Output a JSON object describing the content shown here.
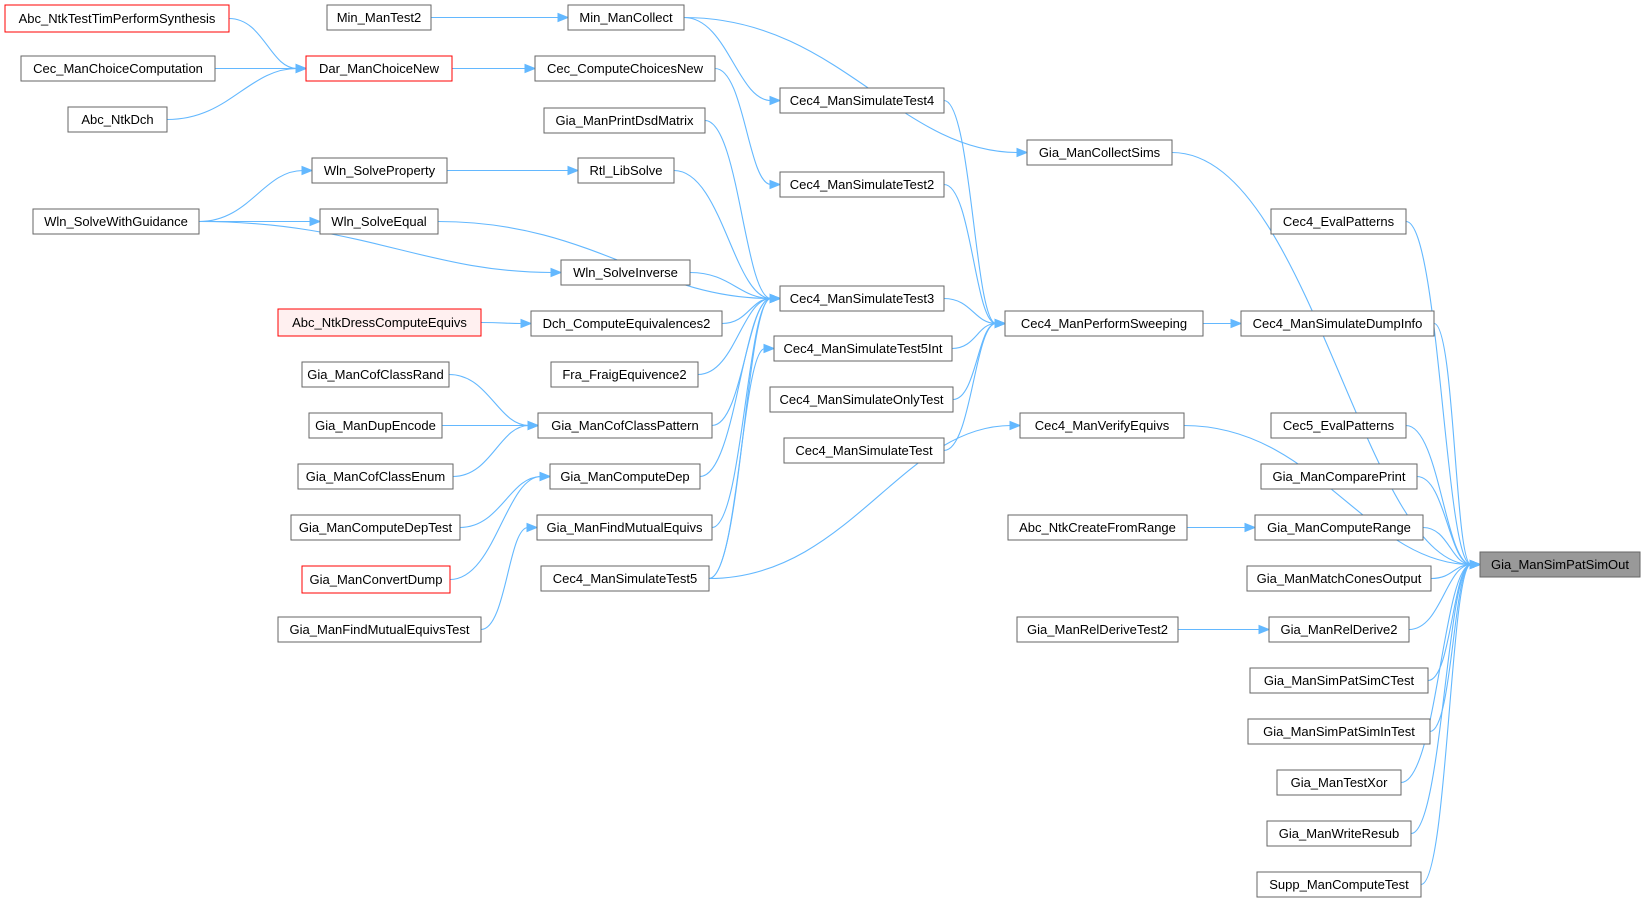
{
  "graph": {
    "nodes": [
      {
        "id": "n0",
        "label": "Gia_ManSimPatSimOut",
        "style": "root"
      },
      {
        "id": "n1",
        "label": "Abc_NtkTestTimPerformSynthesis",
        "style": "red"
      },
      {
        "id": "n2",
        "label": "Min_ManTest2",
        "style": "normal"
      },
      {
        "id": "n3",
        "label": "Min_ManCollect",
        "style": "normal"
      },
      {
        "id": "n4",
        "label": "Cec_ManChoiceComputation",
        "style": "normal"
      },
      {
        "id": "n5",
        "label": "Dar_ManChoiceNew",
        "style": "red"
      },
      {
        "id": "n6",
        "label": "Cec_ComputeChoicesNew",
        "style": "normal"
      },
      {
        "id": "n7",
        "label": "Abc_NtkDch",
        "style": "normal"
      },
      {
        "id": "n8",
        "label": "Cec4_ManSimulateTest4",
        "style": "normal"
      },
      {
        "id": "n9",
        "label": "Gia_ManPrintDsdMatrix",
        "style": "normal"
      },
      {
        "id": "n10",
        "label": "Gia_ManCollectSims",
        "style": "normal"
      },
      {
        "id": "n11",
        "label": "Wln_SolveProperty",
        "style": "normal"
      },
      {
        "id": "n12",
        "label": "Rtl_LibSolve",
        "style": "normal"
      },
      {
        "id": "n13",
        "label": "Cec4_ManSimulateTest2",
        "style": "normal"
      },
      {
        "id": "n14",
        "label": "Wln_SolveWithGuidance",
        "style": "normal"
      },
      {
        "id": "n15",
        "label": "Wln_SolveEqual",
        "style": "normal"
      },
      {
        "id": "n16",
        "label": "Cec4_EvalPatterns",
        "style": "normal"
      },
      {
        "id": "n17",
        "label": "Wln_SolveInverse",
        "style": "normal"
      },
      {
        "id": "n18",
        "label": "Cec4_ManSimulateTest3",
        "style": "normal"
      },
      {
        "id": "n19",
        "label": "Abc_NtkDressComputeEquivs",
        "style": "pink"
      },
      {
        "id": "n20",
        "label": "Dch_ComputeEquivalences2",
        "style": "normal"
      },
      {
        "id": "n21",
        "label": "Cec4_ManPerformSweeping",
        "style": "normal"
      },
      {
        "id": "n22",
        "label": "Cec4_ManSimulateDumpInfo",
        "style": "normal"
      },
      {
        "id": "n23",
        "label": "Cec4_ManSimulateTest5Int",
        "style": "normal"
      },
      {
        "id": "n24",
        "label": "Gia_ManCofClassRand",
        "style": "normal"
      },
      {
        "id": "n25",
        "label": "Fra_FraigEquivence2",
        "style": "normal"
      },
      {
        "id": "n26",
        "label": "Cec4_ManSimulateOnlyTest",
        "style": "normal"
      },
      {
        "id": "n27",
        "label": "Gia_ManDupEncode",
        "style": "normal"
      },
      {
        "id": "n28",
        "label": "Gia_ManCofClassPattern",
        "style": "normal"
      },
      {
        "id": "n29",
        "label": "Cec4_ManVerifyEquivs",
        "style": "normal"
      },
      {
        "id": "n30",
        "label": "Cec5_EvalPatterns",
        "style": "normal"
      },
      {
        "id": "n31",
        "label": "Cec4_ManSimulateTest",
        "style": "normal"
      },
      {
        "id": "n32",
        "label": "Gia_ManCofClassEnum",
        "style": "normal"
      },
      {
        "id": "n33",
        "label": "Gia_ManComputeDep",
        "style": "normal"
      },
      {
        "id": "n34",
        "label": "Gia_ManComparePrint",
        "style": "normal"
      },
      {
        "id": "n35",
        "label": "Gia_ManComputeDepTest",
        "style": "normal"
      },
      {
        "id": "n36",
        "label": "Gia_ManFindMutualEquivs",
        "style": "normal"
      },
      {
        "id": "n37",
        "label": "Abc_NtkCreateFromRange",
        "style": "normal"
      },
      {
        "id": "n38",
        "label": "Gia_ManComputeRange",
        "style": "normal"
      },
      {
        "id": "n39",
        "label": "Gia_ManConvertDump",
        "style": "red"
      },
      {
        "id": "n40",
        "label": "Cec4_ManSimulateTest5",
        "style": "normal"
      },
      {
        "id": "n41",
        "label": "Gia_ManMatchConesOutput",
        "style": "normal"
      },
      {
        "id": "n42",
        "label": "Gia_ManFindMutualEquivsTest",
        "style": "normal"
      },
      {
        "id": "n43",
        "label": "Gia_ManRelDeriveTest2",
        "style": "normal"
      },
      {
        "id": "n44",
        "label": "Gia_ManRelDerive2",
        "style": "normal"
      },
      {
        "id": "n45",
        "label": "Gia_ManSimPatSimCTest",
        "style": "normal"
      },
      {
        "id": "n46",
        "label": "Gia_ManSimPatSimInTest",
        "style": "normal"
      },
      {
        "id": "n47",
        "label": "Gia_ManTestXor",
        "style": "normal"
      },
      {
        "id": "n48",
        "label": "Gia_ManWriteResub",
        "style": "normal"
      },
      {
        "id": "n49",
        "label": "Supp_ManComputeTest",
        "style": "normal"
      }
    ],
    "edges": [
      [
        "n1",
        "n5"
      ],
      [
        "n4",
        "n5"
      ],
      [
        "n7",
        "n5"
      ],
      [
        "n5",
        "n6"
      ],
      [
        "n2",
        "n3"
      ],
      [
        "n3",
        "n8"
      ],
      [
        "n3",
        "n10"
      ],
      [
        "n6",
        "n13"
      ],
      [
        "n11",
        "n12"
      ],
      [
        "n14",
        "n11"
      ],
      [
        "n14",
        "n15"
      ],
      [
        "n14",
        "n17"
      ],
      [
        "n9",
        "n18"
      ],
      [
        "n12",
        "n18"
      ],
      [
        "n15",
        "n18"
      ],
      [
        "n17",
        "n18"
      ],
      [
        "n20",
        "n18"
      ],
      [
        "n25",
        "n18"
      ],
      [
        "n28",
        "n18"
      ],
      [
        "n33",
        "n18"
      ],
      [
        "n36",
        "n18"
      ],
      [
        "n40",
        "n18"
      ],
      [
        "n19",
        "n20"
      ],
      [
        "n24",
        "n28"
      ],
      [
        "n27",
        "n28"
      ],
      [
        "n32",
        "n28"
      ],
      [
        "n35",
        "n33"
      ],
      [
        "n39",
        "n33"
      ],
      [
        "n42",
        "n36"
      ],
      [
        "n40",
        "n23"
      ],
      [
        "n40",
        "n29"
      ],
      [
        "n8",
        "n21"
      ],
      [
        "n13",
        "n21"
      ],
      [
        "n18",
        "n21"
      ],
      [
        "n23",
        "n21"
      ],
      [
        "n26",
        "n21"
      ],
      [
        "n31",
        "n21"
      ],
      [
        "n21",
        "n22"
      ],
      [
        "n37",
        "n38"
      ],
      [
        "n43",
        "n44"
      ],
      [
        "n10",
        "n0"
      ],
      [
        "n16",
        "n0"
      ],
      [
        "n22",
        "n0"
      ],
      [
        "n29",
        "n0"
      ],
      [
        "n30",
        "n0"
      ],
      [
        "n34",
        "n0"
      ],
      [
        "n38",
        "n0"
      ],
      [
        "n41",
        "n0"
      ],
      [
        "n44",
        "n0"
      ],
      [
        "n45",
        "n0"
      ],
      [
        "n46",
        "n0"
      ],
      [
        "n47",
        "n0"
      ],
      [
        "n48",
        "n0"
      ],
      [
        "n49",
        "n0"
      ]
    ]
  }
}
